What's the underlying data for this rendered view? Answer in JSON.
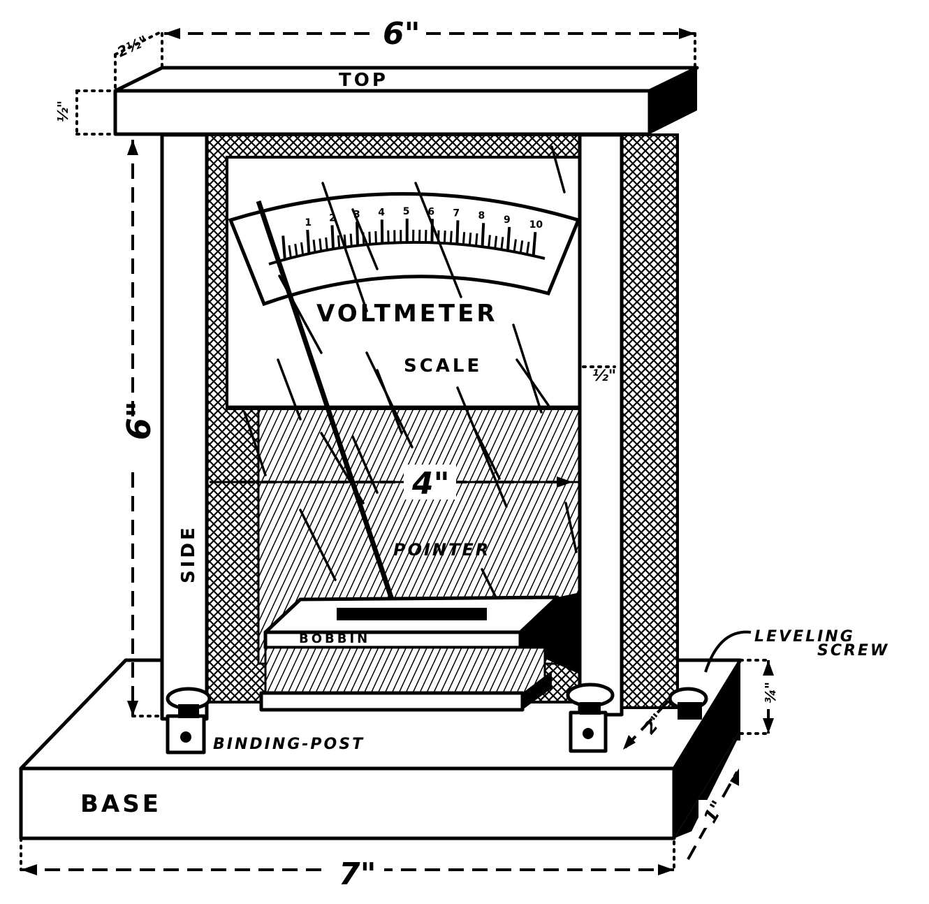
{
  "labels": {
    "top": "TOP",
    "side": "SIDE",
    "base": "BASE",
    "voltmeter": "VOLTMETER",
    "scale": "SCALE",
    "pointer": "POINTER",
    "bobbin": "BOBBIN",
    "binding_post": "BINDING-POST",
    "leveling_1": "LEVELING",
    "leveling_2": "SCREW"
  },
  "dimensions": {
    "top_width": "6\"",
    "top_depth": "2½\"",
    "top_thick": "½\"",
    "side_height": "6\"",
    "window_width": "4\"",
    "scale_offset": "½\"",
    "base_width": "7\"",
    "base_depth": "2\"",
    "base_depth_2": "1\"",
    "base_thick": "¾\""
  },
  "scale_ticks": [
    "1",
    "2",
    "3",
    "4",
    "5",
    "6",
    "7",
    "8",
    "9",
    "10"
  ]
}
